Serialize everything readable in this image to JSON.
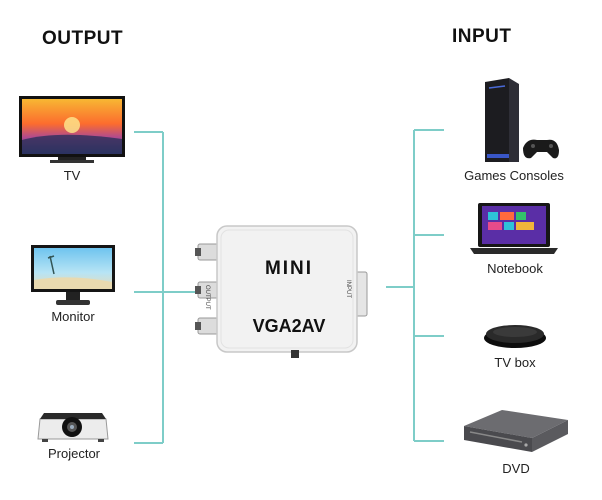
{
  "headings": {
    "output": "OUTPUT",
    "input": "INPUT"
  },
  "outputs": [
    {
      "label": "TV"
    },
    {
      "label": "Monitor"
    },
    {
      "label": "Projector"
    }
  ],
  "inputs": [
    {
      "label": "Games Consoles"
    },
    {
      "label": "Notebook"
    },
    {
      "label": "TV box"
    },
    {
      "label": "DVD"
    }
  ],
  "converter": {
    "brand": "MINI",
    "model": "VGA2AV",
    "side_left": "OUTPUT",
    "side_right": "INPUT"
  },
  "colors": {
    "connector": "#7ecdc8",
    "device_body": "#f2f2f2",
    "screen_dark": "#1a1a1a"
  }
}
